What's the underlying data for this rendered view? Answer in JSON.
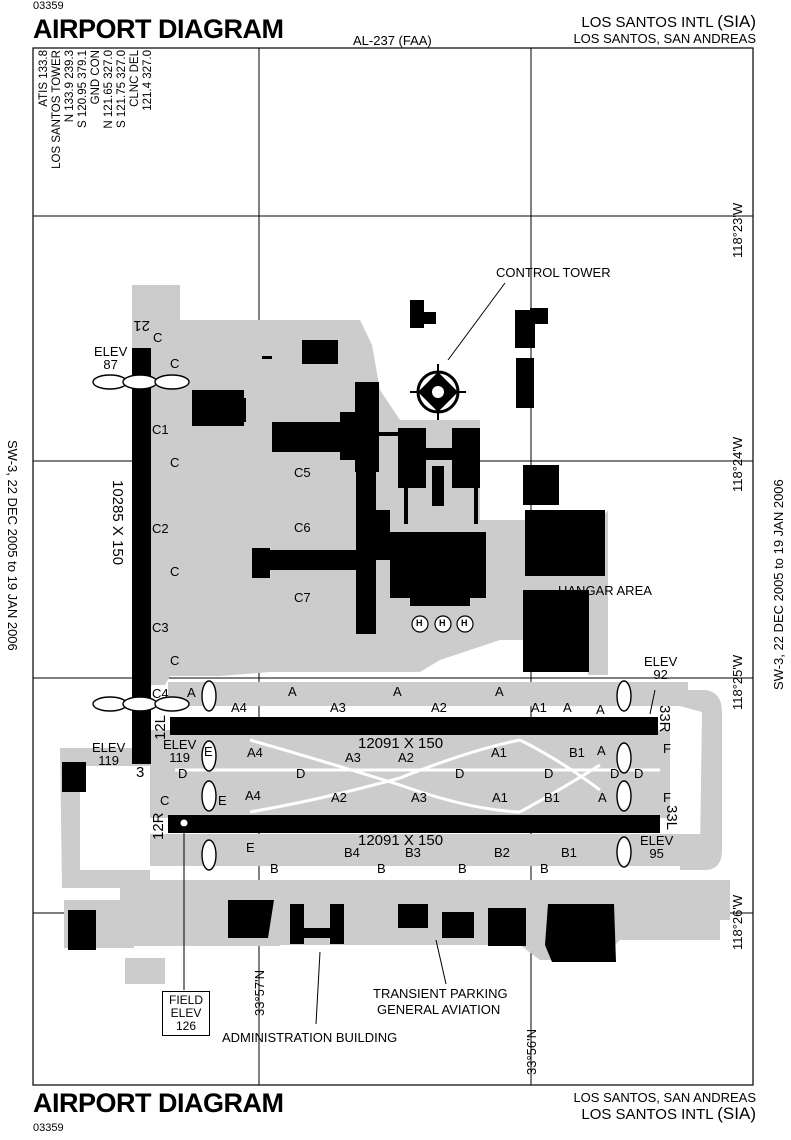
{
  "header": {
    "doc_number_top": "03359",
    "title_top": "AIRPORT DIAGRAM",
    "faa_ref": "AL-237 (FAA)",
    "airport_name_top": "LOS SANTOS INTL",
    "airport_code_top": "(SIA)",
    "location_top": "LOS SANTOS, SAN ANDREAS"
  },
  "footer": {
    "title_bottom": "AIRPORT DIAGRAM",
    "doc_number_bottom": "03359",
    "location_bottom": "LOS SANTOS, SAN ANDREAS",
    "airport_name_bottom": "LOS SANTOS INTL",
    "airport_code_bottom": "(SIA)"
  },
  "validity": {
    "left": "SW-3, 22 DEC 2005 to 19 JAN 2006",
    "right": "SW-3, 22 DEC 2005 to 19 JAN 2006"
  },
  "frequencies": [
    "ATIS 133.8",
    "LOS SANTOS TOWER",
    "N 133.9 239.3",
    "S 120.95 379.1",
    "GND CON",
    "N 121.65 327.0",
    "S 121.75 327.0",
    "CLNC DEL",
    "121.4 327.0"
  ],
  "coordinates": {
    "lon_1": "118°23'W",
    "lon_2": "118°24'W",
    "lon_3": "118°25'W",
    "lon_4": "118°26'W",
    "lat_1": "33°57'N",
    "lat_2": "33°56'N"
  },
  "runways": {
    "rwy_21": "21",
    "rwy_3": "3",
    "rwy_3_21_dims": "10285 X 150",
    "rwy_12L": "12L",
    "rwy_33R": "33R",
    "rwy_12R": "12R",
    "rwy_33L": "33L",
    "rwy_north_dims": "12091 X 150",
    "rwy_south_dims": "12091 X 150"
  },
  "elevations": {
    "elev_label": "ELEV",
    "e87": "87",
    "e119a": "119",
    "e119b": "119",
    "e92": "92",
    "e95": "95",
    "field_1": "FIELD",
    "field_2": "ELEV",
    "field_3": "126"
  },
  "facilities": {
    "control_tower": "CONTROL TOWER",
    "hangar_area": "HANGAR AREA",
    "transient_1": "TRANSIENT PARKING",
    "transient_2": "GENERAL AVIATION",
    "admin": "ADMINISTRATION BUILDING",
    "helipad": "H"
  },
  "taxiways": {
    "C": "C",
    "C1": "C1",
    "C2": "C2",
    "C3": "C3",
    "C4": "C4",
    "C5": "C5",
    "C6": "C6",
    "C7": "C7",
    "A": "A",
    "A1": "A1",
    "A2": "A2",
    "A3": "A3",
    "A4": "A4",
    "B": "B",
    "B1": "B1",
    "B2": "B2",
    "B3": "B3",
    "B4": "B4",
    "D": "D",
    "E": "E",
    "F": "F"
  },
  "colors": {
    "pavement": "#cccccc",
    "runway": "#000000",
    "building": "#000000",
    "grid": "#000000"
  }
}
